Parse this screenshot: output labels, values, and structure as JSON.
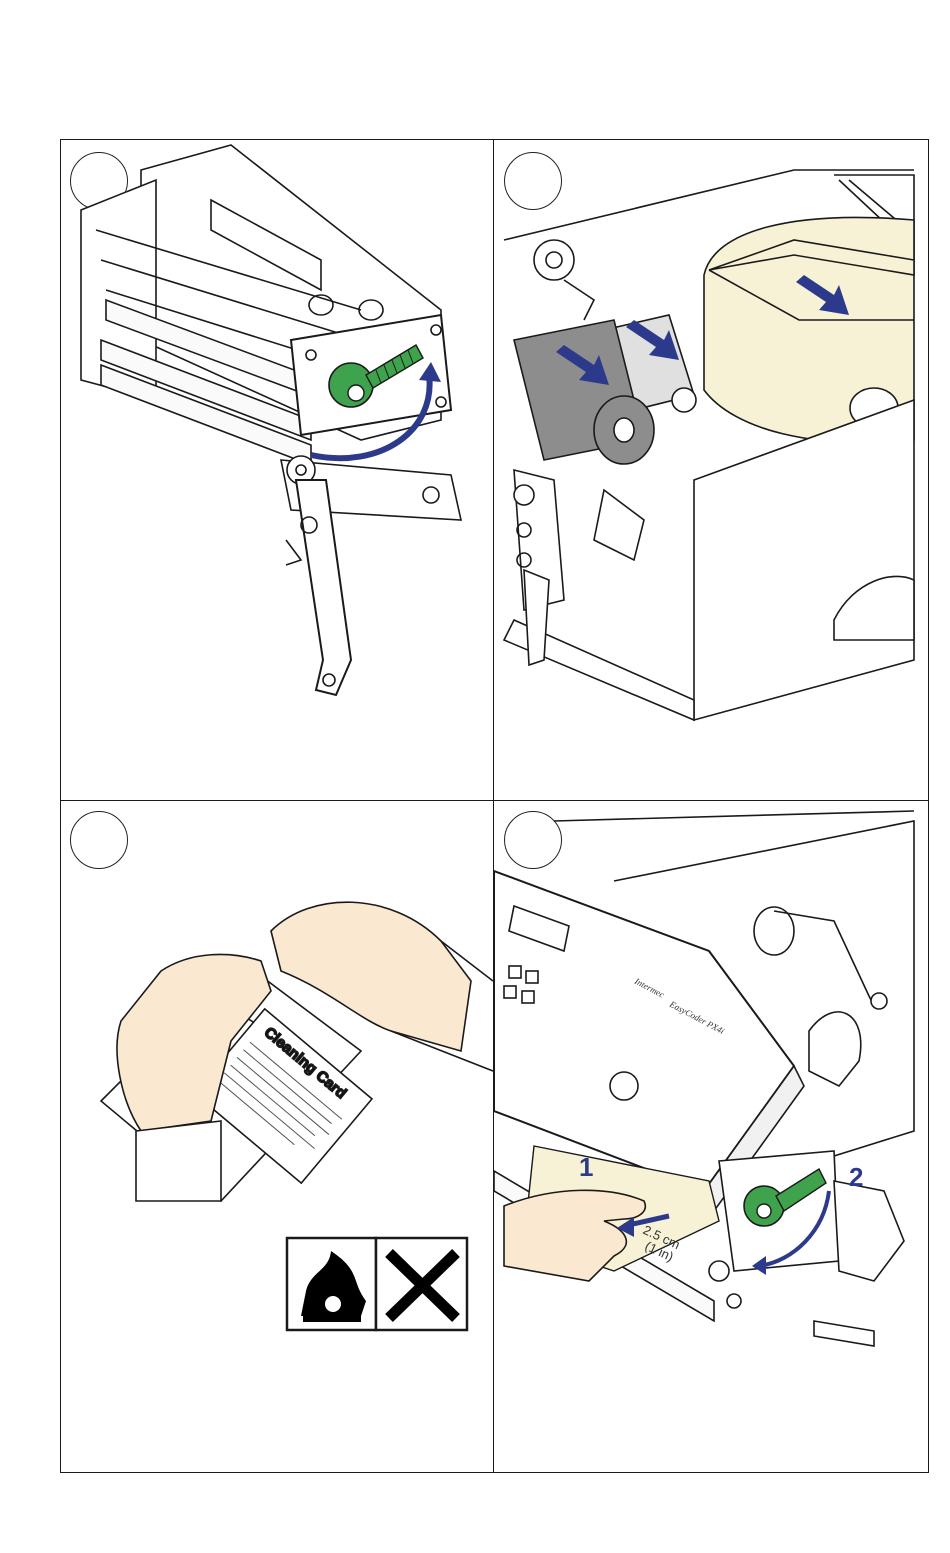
{
  "steps": [
    {
      "id": "step-1",
      "icons": [
        "printhead-lift-lever-icon",
        "rotation-arrow-icon"
      ]
    },
    {
      "id": "step-2",
      "icons": [
        "ribbon-roll-icon",
        "media-roll-icon",
        "removal-arrow-icon"
      ]
    },
    {
      "id": "step-3",
      "card_title": "Cleaning Card",
      "icons": [
        "flammable-warning-icon",
        "prohibited-x-icon"
      ]
    },
    {
      "id": "step-4",
      "callouts": [
        "1",
        "2"
      ],
      "measure_line1": "2.5 cm",
      "measure_line2": "(1 in)",
      "brand": "Intermec",
      "model": "EasyCoder PX4i"
    }
  ],
  "colors": {
    "arrow_blue": "#2d3a8c",
    "knob_green": "#3fa34d",
    "media_cream": "#f7f2d6",
    "ribbon_gray": "#8d8d8d",
    "skin": "#fbe8d0",
    "outline": "#1a1a1a"
  }
}
